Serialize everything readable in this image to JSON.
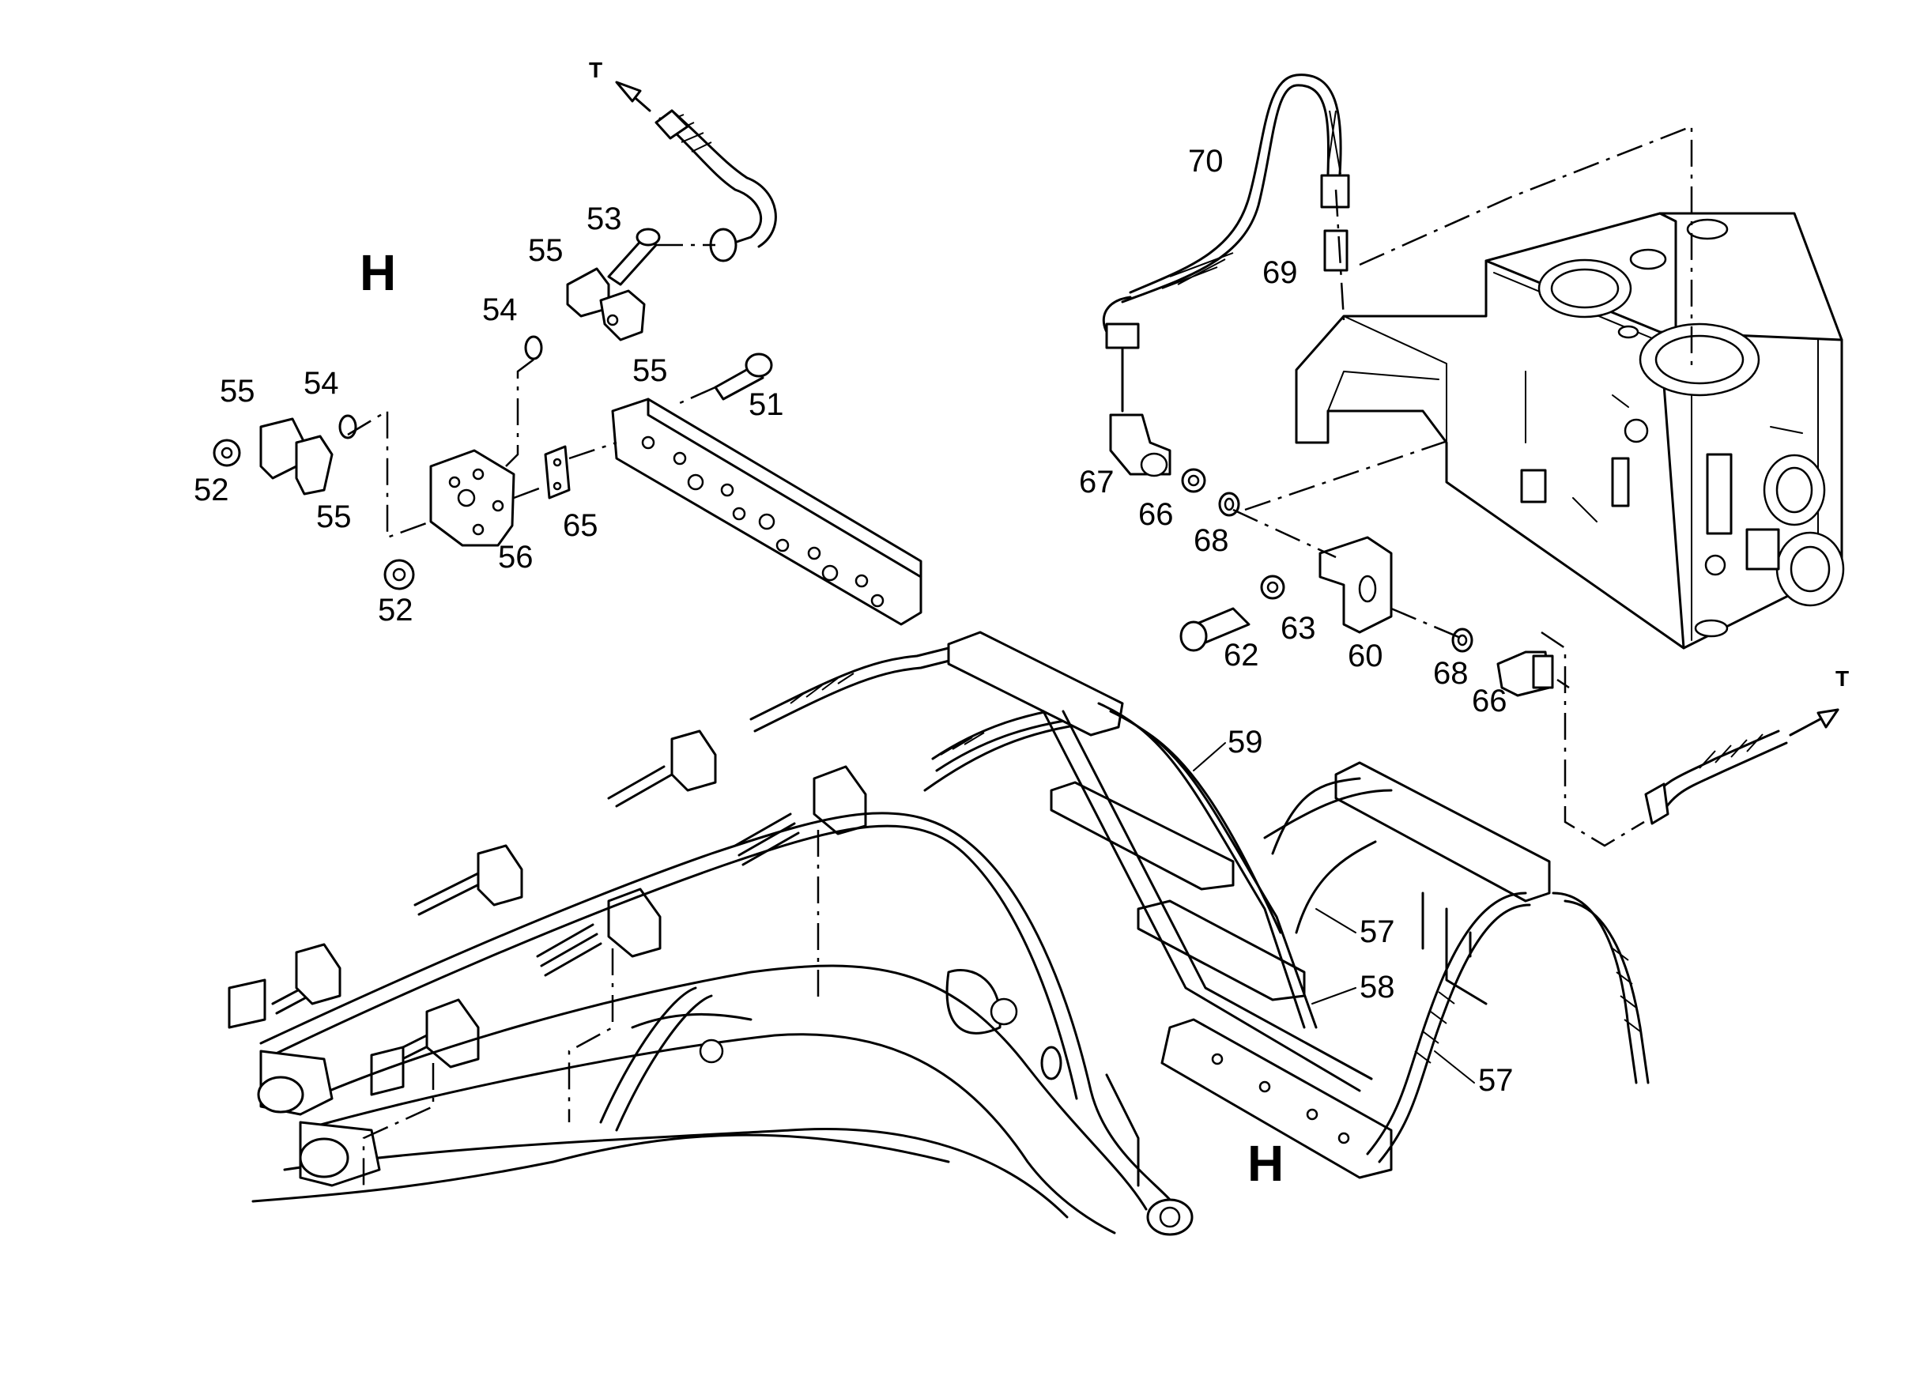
{
  "view_labels": [
    "H",
    "H"
  ],
  "arrow_labels": [
    "T",
    "T"
  ],
  "callouts": {
    "c51": "51",
    "c52a": "52",
    "c52b": "52",
    "c53": "53",
    "c54a": "54",
    "c54b": "54",
    "c55a": "55",
    "c55b": "55",
    "c55c": "55",
    "c55d": "55",
    "c56": "56",
    "c57a": "57",
    "c57b": "57",
    "c58": "58",
    "c59": "59",
    "c60": "60",
    "c62": "62",
    "c63": "63",
    "c65": "65",
    "c66a": "66",
    "c66b": "66",
    "c67": "67",
    "c68a": "68",
    "c68b": "68",
    "c69": "69",
    "c70": "70"
  }
}
